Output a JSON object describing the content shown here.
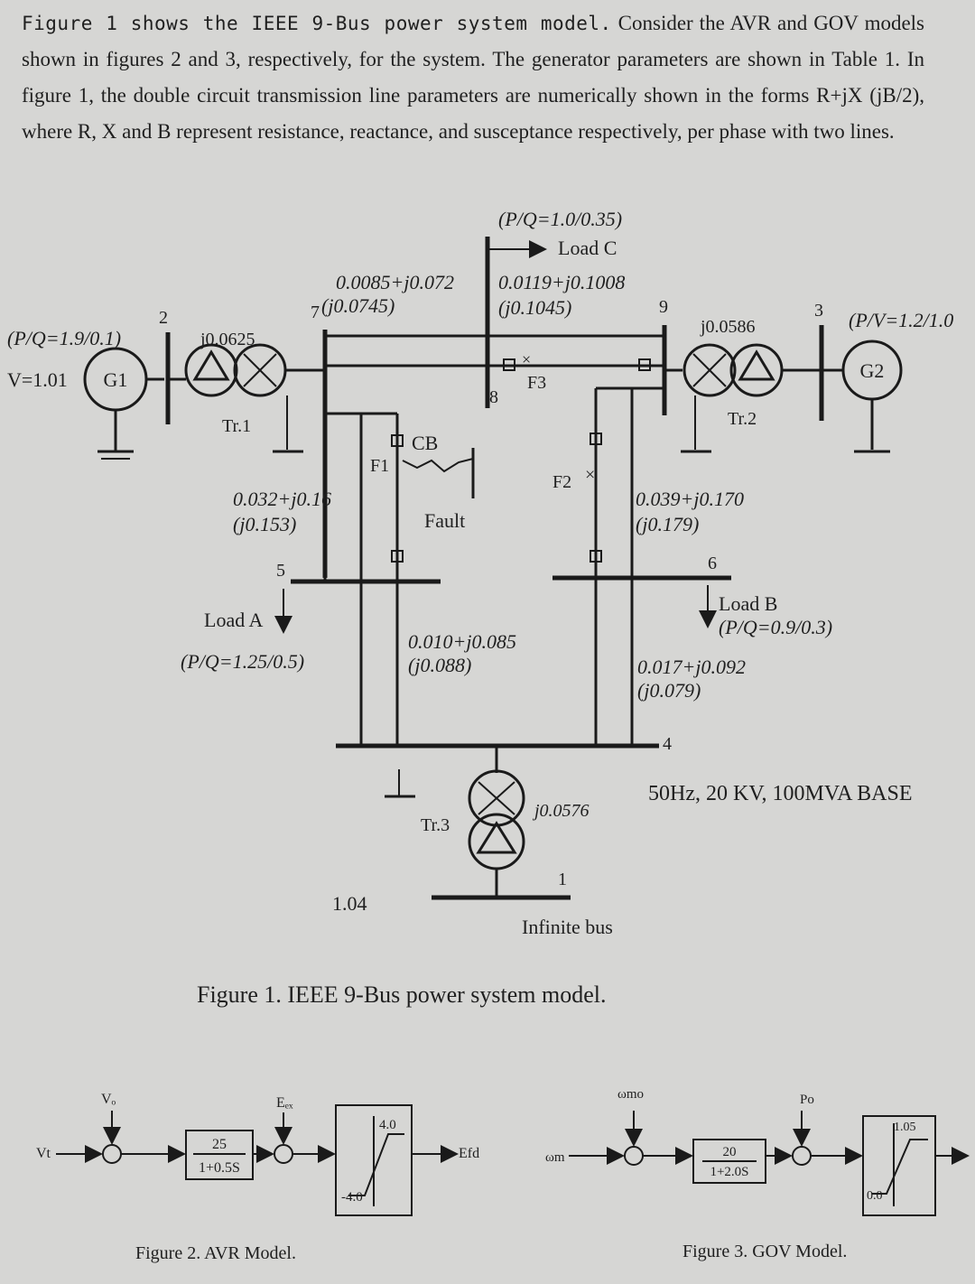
{
  "intro": {
    "lead": "Figure 1 shows the IEEE 9-Bus power system model.",
    "text": "Consider the AVR and GOV models shown in figures 2 and 3, respectively, for the system. The generator parameters are shown in Table 1. In figure 1, the double circuit transmission line parameters are numerically shown in the forms R+jX (jB/2), where R, X and B represent resistance, reactance, and susceptance respectively, per phase with two lines."
  },
  "figure1": {
    "caption": "Figure 1.  IEEE 9-Bus power system model.",
    "base": "50Hz, 20 KV, 100MVA BASE",
    "infinite_bus": "Infinite bus",
    "infinite_v": "1.04",
    "buses": [
      "2",
      "7",
      "8",
      "9",
      "3",
      "5",
      "6",
      "4",
      "1"
    ],
    "g1": {
      "label": "G1",
      "pq": "(P/Q=1.9/0.1)",
      "v": "V=1.01"
    },
    "g2": {
      "label": "G2",
      "pv": "(P/V=1.2/1.0"
    },
    "tr1": {
      "label": "Tr.1",
      "x": "j0.0625"
    },
    "tr2": {
      "label": "Tr.2",
      "x": "j0.0586"
    },
    "tr3": {
      "label": "Tr.3",
      "x": "j0.0576"
    },
    "line_7_8": {
      "z": "0.0085+j0.072",
      "b": "(j0.0745)"
    },
    "line_8_9": {
      "z": "0.0119+j0.1008",
      "b": "(j0.1045)"
    },
    "line_7_5": {
      "z": "0.032+j0.16",
      "b": "(j0.153)"
    },
    "line_9_6": {
      "z": "0.039+j0.170",
      "b": "(j0.179)"
    },
    "line_5_4": {
      "z": "0.010+j0.085",
      "b": "(j0.088)"
    },
    "line_6_4": {
      "z": "0.017+j0.092",
      "b": "(j0.079)"
    },
    "load_a": {
      "label": "Load A",
      "pq": "(P/Q=1.25/0.5)"
    },
    "load_b": {
      "label": "Load B",
      "pq": "(P/Q=0.9/0.3)"
    },
    "load_c": {
      "label": "Load C",
      "pq": "(P/Q=1.0/0.35)"
    },
    "faults": {
      "f1": "F1",
      "f2": "F2",
      "f3": "F3",
      "cb": "CB",
      "fault": "Fault"
    }
  },
  "figure2": {
    "caption": "Figure 2.  AVR Model.",
    "input": "Vt",
    "ref": "Vₒ",
    "exc": "Eₑₓ",
    "num": "25",
    "den": "1+0.5S",
    "max": "4.0",
    "min": "-4.0",
    "output": "Efd"
  },
  "figure3": {
    "caption": "Figure 3.  GOV Model.",
    "input": "ωm",
    "ref": "ωmo",
    "p0": "Po",
    "num": "20",
    "den": "1+2.0S",
    "max": "1.05",
    "min": "0.0"
  }
}
